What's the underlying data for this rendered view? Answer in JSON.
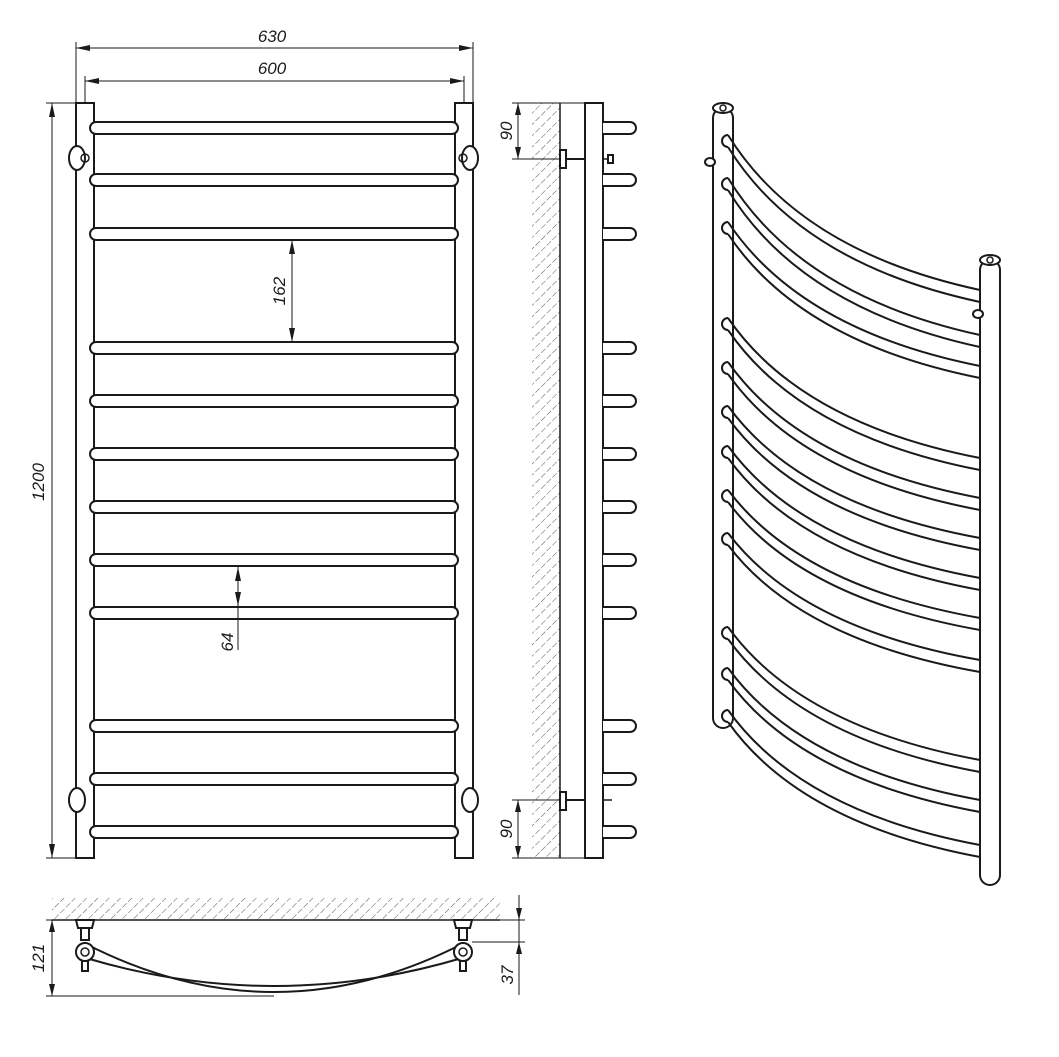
{
  "dimensions": {
    "overall_width": "630",
    "center_width": "600",
    "height": "1200",
    "large_gap": "162",
    "small_gap": "64",
    "top_mount": "90",
    "bottom_mount": "90",
    "depth": "121",
    "curve_depth": "37"
  }
}
